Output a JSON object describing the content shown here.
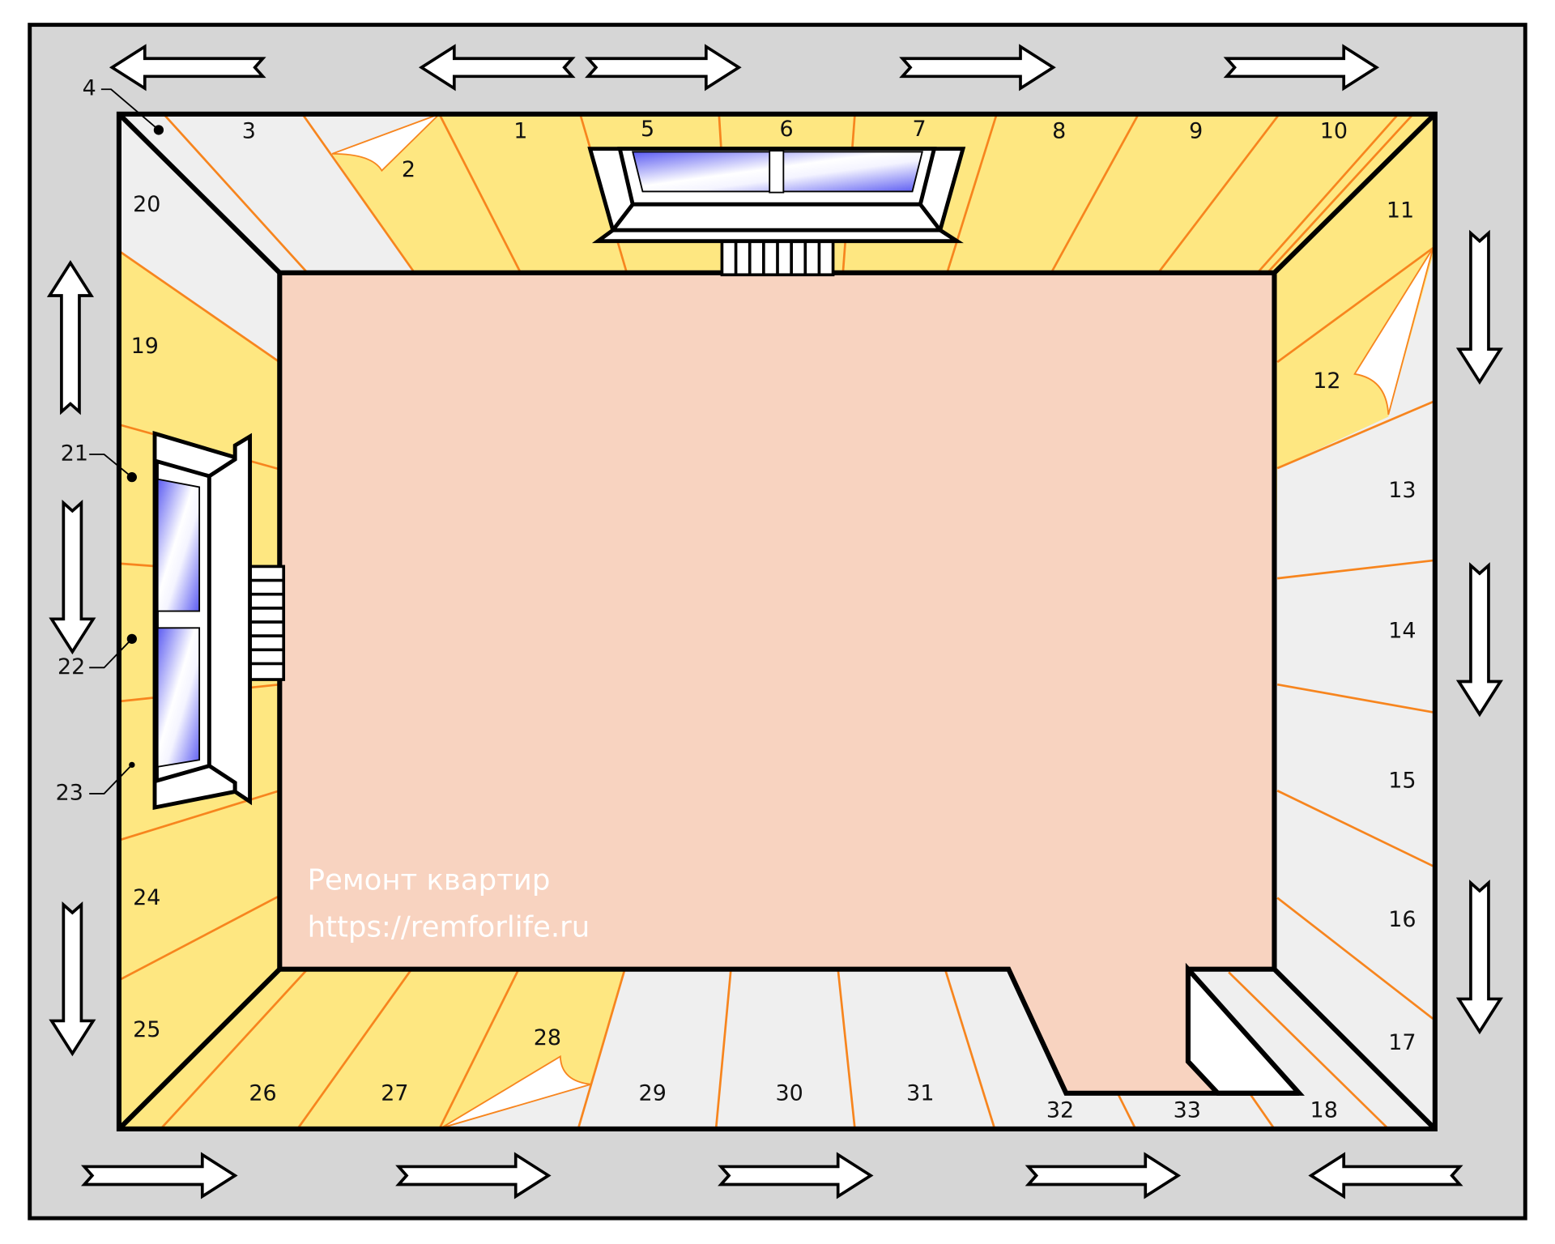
{
  "strip_labels": [
    "1",
    "2",
    "3",
    "4",
    "5",
    "6",
    "7",
    "8",
    "9",
    "10",
    "11",
    "12",
    "13",
    "14",
    "15",
    "16",
    "17",
    "18",
    "19",
    "20",
    "21",
    "22",
    "23",
    "24",
    "25",
    "26",
    "27",
    "28",
    "29",
    "30",
    "31",
    "32",
    "33"
  ],
  "watermark": {
    "line1": "Ремонт квартир",
    "line2": "https://remforlife.ru"
  },
  "colors": {
    "frame": "#d6d6d6",
    "pasted_wallpaper": "#fee781",
    "bare_wall": "#efefef",
    "floor": "#f8d3c0",
    "seam": "#f7851e"
  },
  "arrow_directions": [
    "left",
    "left",
    "right",
    "right",
    "right",
    "right",
    "right",
    "right",
    "right",
    "left",
    "up",
    "down",
    "down",
    "down",
    "down",
    "down"
  ]
}
